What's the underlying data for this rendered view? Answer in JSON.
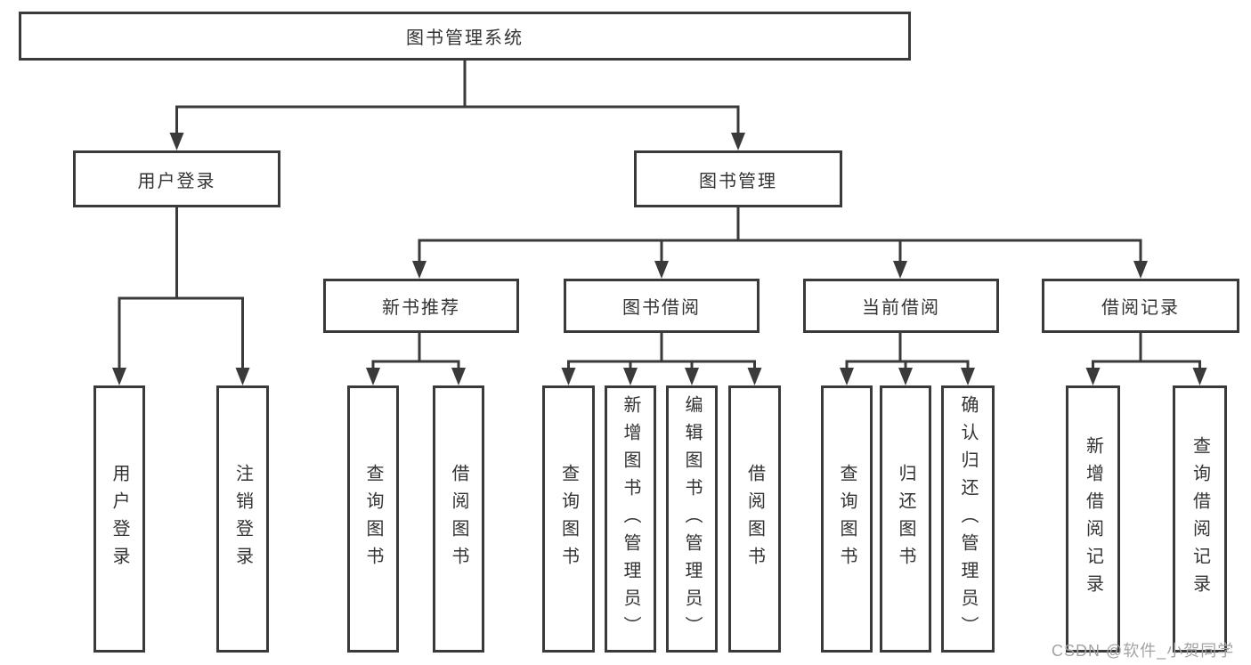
{
  "colors": {
    "line": "#3a3a3a",
    "box_border": "#3a3a3a",
    "box_background": "#ffffff",
    "text": "#333333",
    "watermark": "#a3a3a3",
    "background": "#ffffff"
  },
  "watermark": {
    "text": "CSDN @软件_小贺同学"
  },
  "tree": {
    "root": {
      "label": "图书管理系统"
    },
    "branches": [
      {
        "label": "用户登录",
        "children": [
          {
            "label": "用户登录"
          },
          {
            "label": "注销登录"
          }
        ]
      },
      {
        "label": "图书管理",
        "children": [
          {
            "label": "新书推荐",
            "children": [
              {
                "label": "查询图书"
              },
              {
                "label": "借阅图书"
              }
            ]
          },
          {
            "label": "图书借阅",
            "children": [
              {
                "label": "查询图书"
              },
              {
                "label": "新增图书（管理员）"
              },
              {
                "label": "编辑图书（管理员）"
              },
              {
                "label": "借阅图书"
              }
            ]
          },
          {
            "label": "当前借阅",
            "children": [
              {
                "label": "查询图书"
              },
              {
                "label": "归还图书"
              },
              {
                "label": "确认归还（管理员）"
              }
            ]
          },
          {
            "label": "借阅记录",
            "children": [
              {
                "label": "新增借阅记录"
              },
              {
                "label": "查询借阅记录"
              }
            ]
          }
        ]
      }
    ]
  }
}
